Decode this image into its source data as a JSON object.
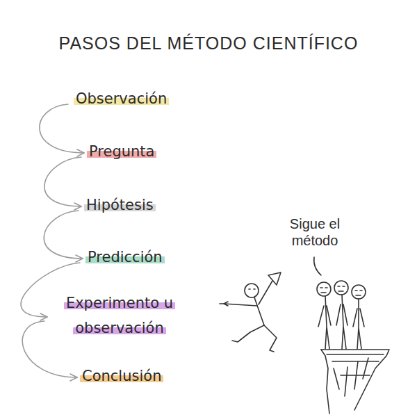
{
  "diagram": {
    "title": "PASOS DEL MÉTODO CIENTÍFICO",
    "nodes": [
      {
        "text": [
          "Observación"
        ]
      },
      {
        "text": [
          "Pregunta"
        ]
      },
      {
        "text": [
          "Hipótesis"
        ]
      },
      {
        "text": [
          "Predicción"
        ]
      },
      {
        "text": [
          "Experimento u observación"
        ]
      },
      {
        "text": [
          "Conclusión"
        ]
      }
    ],
    "edges": [
      {
        "from": 0,
        "to": 1,
        "arrow": "to"
      },
      {
        "from": 1,
        "to": 2,
        "arrow": "to"
      },
      {
        "from": 2,
        "to": 3,
        "arrow": "to"
      },
      {
        "from": 3,
        "to": 4,
        "arrow": "to"
      },
      {
        "from": 4,
        "to": 5,
        "arrow": "to"
      }
    ],
    "labels": [
      "Sigue el método"
    ]
  }
}
